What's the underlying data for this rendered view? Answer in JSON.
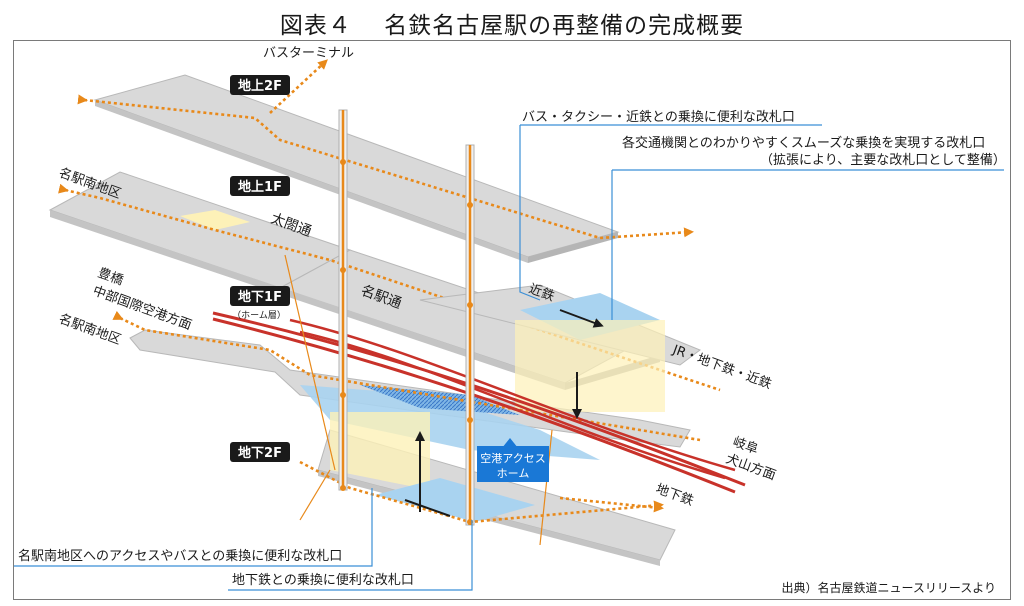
{
  "title": "図表４　 名鉄名古屋駅の再整備の完成概要",
  "floors": {
    "f2": "地上2F",
    "f1": "地上1F",
    "b1": "地下1F",
    "b1_sub": "（ホーム層）",
    "b2": "地下2F"
  },
  "places": {
    "bus_terminal": "バスターミナル",
    "meieki_south_1": "名駅南地区",
    "taikodori": "太閤通",
    "meiekidori": "名駅通",
    "kintetsu": "近鉄",
    "toyohashi": "豊橋",
    "chubu_airport": "中部国際空港方面",
    "meieki_south_2": "名駅南地区",
    "jr_subway_kintetsu": "JR・地下鉄・近鉄",
    "gifu": "岐阜",
    "inuyama": "犬山方面",
    "subway": "地下鉄",
    "airport_platform_1": "空港アクセス",
    "airport_platform_2": "ホーム"
  },
  "callouts": {
    "c1": "バス・タクシー・近鉄との乗換に便利な改札口",
    "c2": "各交通機関とのわかりやすくスムーズな乗換を実現する改札口",
    "c2b": "（拡張により、主要な改札口として整備）",
    "c3": "名駅南地区へのアクセスやバスとの乗換に便利な改札口",
    "c4": "地下鉄との乗換に便利な改札口"
  },
  "source": "出典）名古屋鉄道ニュースリリースより",
  "colors": {
    "floor_fill": "#d9d9d9",
    "floor_edge": "#b8b8b8",
    "route": "#e8891a",
    "rail": "#c8322a",
    "gate_yellow": "#fdf1b8",
    "gate_blue": "#a9d3f0",
    "callout_line": "#3b8fd6",
    "badge_bg": "#1a1a1a",
    "airport_badge": "#1a78d6"
  }
}
